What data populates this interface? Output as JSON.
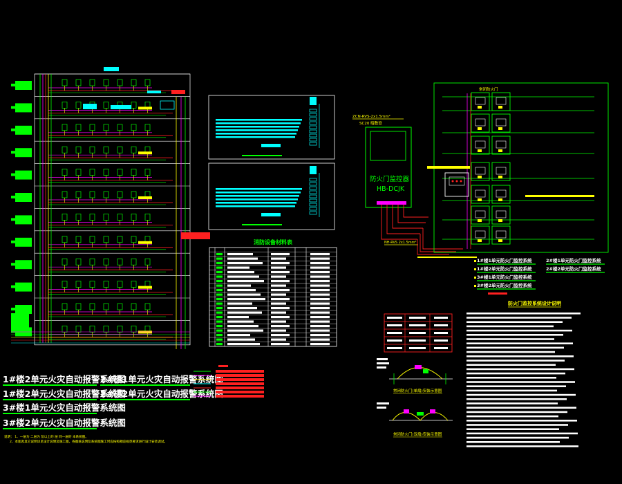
{
  "colors": {
    "background": "#000000",
    "frame": "#ffffff",
    "bus_green": "#00ff00",
    "bus_magenta": "#ff00ff",
    "bus_yellow": "#ffff00",
    "bus_red": "#ff2020",
    "device_cyan": "#00ffff",
    "text_yellow": "#ffff00",
    "text_red": "#ff3030",
    "text_white": "#ffffff"
  },
  "left_panel": {
    "titles": [
      "1#楼2单元火灾自动报警系统图",
      "1#楼2单元火灾自动报警系统图",
      "3#楼1单元火灾自动报警系统图",
      "3#楼2单元火灾自动报警系统图"
    ],
    "titles_b": [
      "2#楼1单元火灾自动报警系统图",
      "2#楼2单元火灾自动报警系统图"
    ],
    "notes": [
      "说明： 1、一层为 二层为 及以上的 层 同一层的 本系统图。",
      "2、本图及其它说明详见设计说明及施工图，各图纸说明及系统图施工时应按照相应规范要求进行设计安装调试。"
    ]
  },
  "middle_panel": {
    "table_title": "消防设备材料表"
  },
  "controller": {
    "cable_label": "ZCN-RVS-2x1.5mm²",
    "pipe_label": "SC20 暗敷设",
    "name_line1": "防火门监控器",
    "name_line2": "HB-DCJK",
    "out_label": "NH-RVS 2x1.5mm²"
  },
  "right_panel": {
    "door_label": "常闭防火门",
    "system_labels": [
      "1#楼1单元防火门监控系统",
      "1#楼2单元防火门监控系统",
      "2#楼1单元防火门监控系统",
      "2#楼2单元防火门监控系统",
      "3#楼1单元防火门监控系统",
      "3#楼2单元防火门监控系统"
    ],
    "design_title": "防火门监控系统设计说明"
  },
  "detail_labels": [
    "常闭防火门(单扇)安装示意图",
    "常闭防火门(双扇)安装示意图"
  ]
}
